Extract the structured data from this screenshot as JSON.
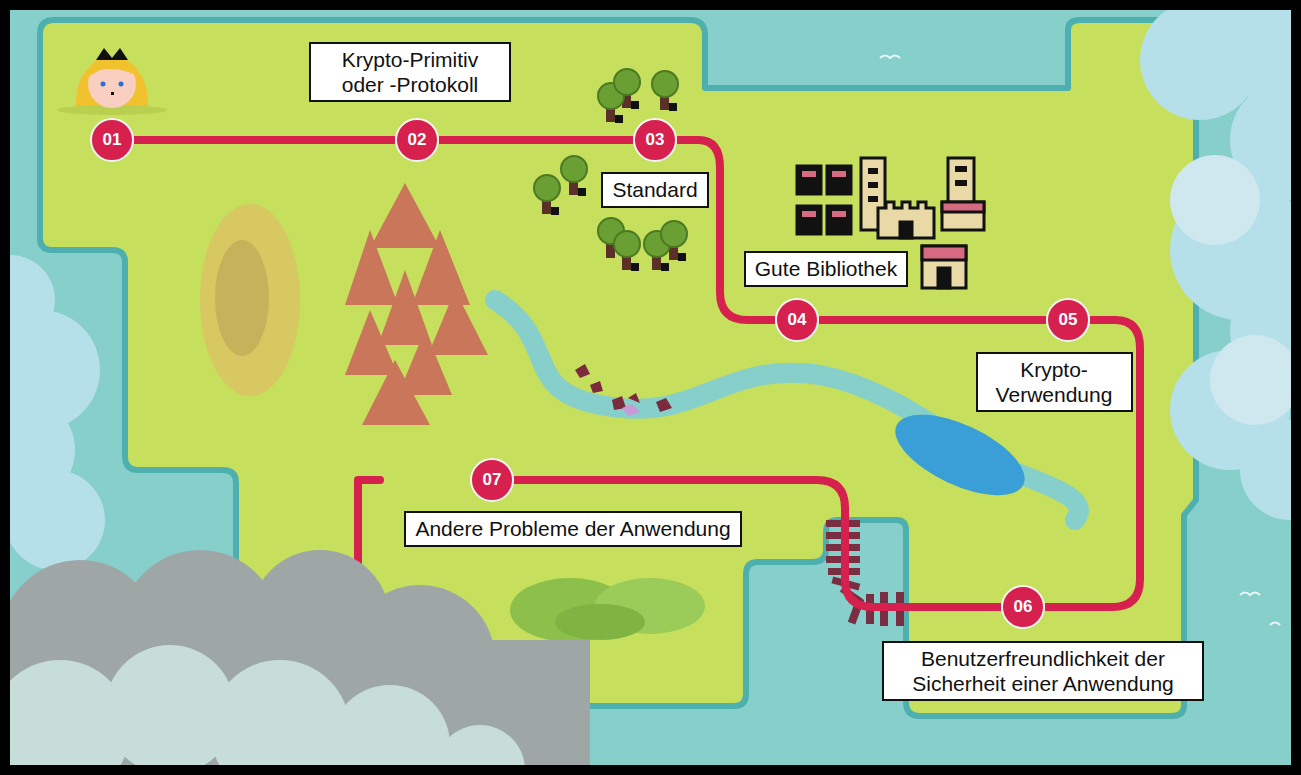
{
  "diagram": {
    "nodes": [
      {
        "text": [
          "01"
        ]
      },
      {
        "text": [
          "02"
        ]
      },
      {
        "text": [
          "03"
        ]
      },
      {
        "text": [
          "04"
        ]
      },
      {
        "text": [
          "05"
        ]
      },
      {
        "text": [
          "06"
        ]
      },
      {
        "text": [
          "07"
        ]
      },
      {
        "text": [
          "Krypto-Primitiv oder -Protokoll"
        ]
      },
      {
        "text": [
          "Standard"
        ]
      },
      {
        "text": [
          "Gute Bibliothek"
        ]
      },
      {
        "text": [
          "Krypto-Verwendung"
        ]
      },
      {
        "text": [
          "Benutzerfreundlichkeit der Sicherheit einer Anwendung"
        ]
      },
      {
        "text": [
          "Andere Probleme der Anwendung"
        ]
      }
    ],
    "edges": [
      {
        "from": 0,
        "to": 1,
        "arrow": "none"
      },
      {
        "from": 1,
        "to": 2,
        "arrow": "none"
      },
      {
        "from": 2,
        "to": 3,
        "arrow": "none"
      },
      {
        "from": 3,
        "to": 4,
        "arrow": "none"
      },
      {
        "from": 4,
        "to": 5,
        "arrow": "none"
      },
      {
        "from": 5,
        "to": 6,
        "arrow": "none"
      }
    ]
  }
}
